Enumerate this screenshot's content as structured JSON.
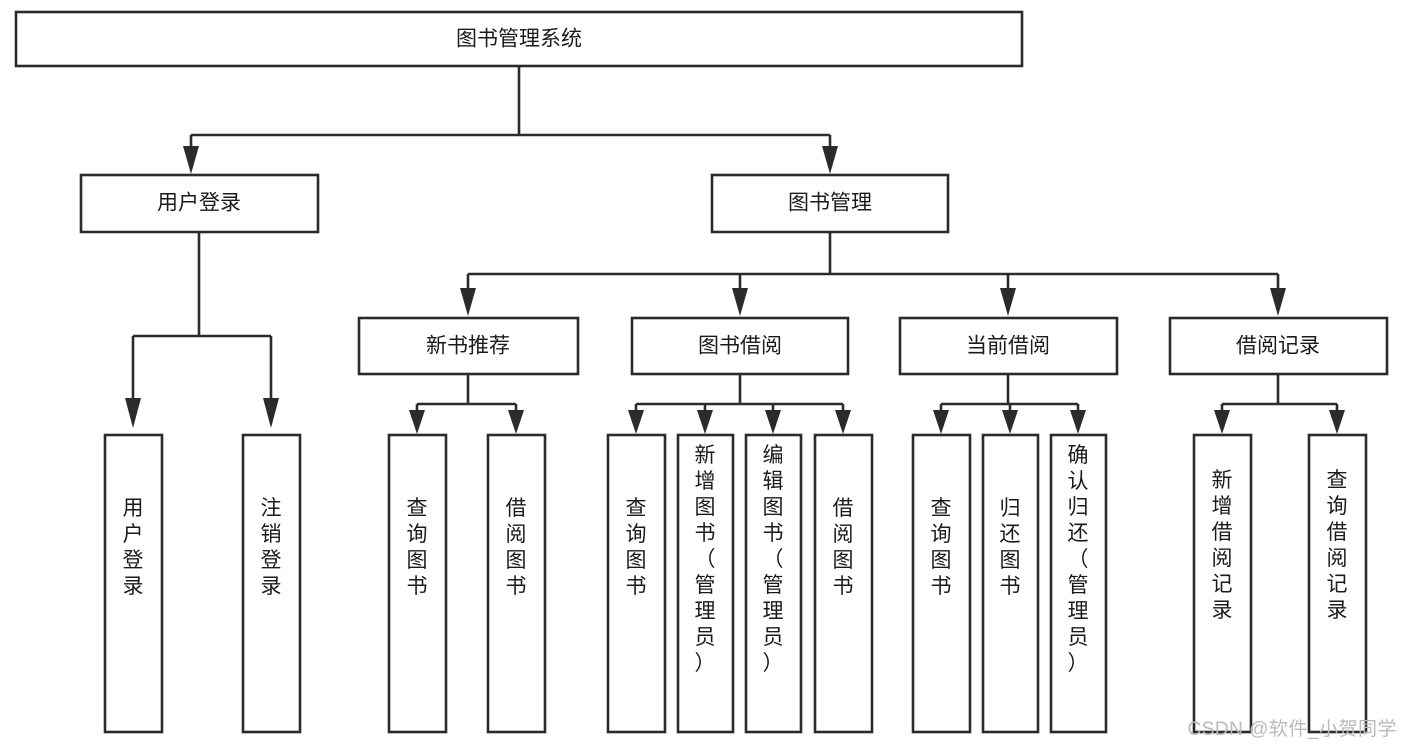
{
  "diagram": {
    "title": "图书管理系统",
    "type": "tree-hierarchy-flowchart",
    "background_color": "#ffffff",
    "line_color": "#2b2b2b",
    "text_color": "#1b1b1b",
    "root": {
      "id": "root",
      "label": "图书管理系统",
      "orientation": "horizontal"
    },
    "level2": [
      {
        "id": "user-login",
        "label": "用户登录",
        "orientation": "horizontal"
      },
      {
        "id": "book-management",
        "label": "图书管理",
        "orientation": "horizontal"
      }
    ],
    "level3": [
      {
        "id": "new-book-recommend",
        "label": "新书推荐",
        "orientation": "horizontal"
      },
      {
        "id": "book-borrow",
        "label": "图书借阅",
        "orientation": "horizontal"
      },
      {
        "id": "current-borrow",
        "label": "当前借阅",
        "orientation": "horizontal"
      },
      {
        "id": "borrow-record",
        "label": "借阅记录",
        "orientation": "horizontal"
      }
    ],
    "leaves": [
      {
        "id": "leaf-user-login",
        "label": "用户登录",
        "parent": "user-login",
        "orientation": "vertical"
      },
      {
        "id": "leaf-logout",
        "label": "注销登录",
        "parent": "user-login",
        "orientation": "vertical"
      },
      {
        "id": "leaf-query-book-1",
        "label": "查询图书",
        "parent": "new-book-recommend",
        "orientation": "vertical"
      },
      {
        "id": "leaf-borrow-book-1",
        "label": "借阅图书",
        "parent": "new-book-recommend",
        "orientation": "vertical"
      },
      {
        "id": "leaf-query-book-2",
        "label": "查询图书",
        "parent": "book-borrow",
        "orientation": "vertical"
      },
      {
        "id": "leaf-add-book",
        "label": "新增图书（管理员）",
        "parent": "book-borrow",
        "orientation": "vertical"
      },
      {
        "id": "leaf-edit-book",
        "label": "编辑图书（管理员）",
        "parent": "book-borrow",
        "orientation": "vertical"
      },
      {
        "id": "leaf-borrow-book-2",
        "label": "借阅图书",
        "parent": "book-borrow",
        "orientation": "vertical"
      },
      {
        "id": "leaf-query-book-3",
        "label": "查询图书",
        "parent": "current-borrow",
        "orientation": "vertical"
      },
      {
        "id": "leaf-return-book",
        "label": "归还图书",
        "parent": "current-borrow",
        "orientation": "vertical"
      },
      {
        "id": "leaf-confirm-return",
        "label": "确认归还（管理员）",
        "parent": "current-borrow",
        "orientation": "vertical"
      },
      {
        "id": "leaf-add-record",
        "label": "新增借阅记录",
        "parent": "borrow-record",
        "orientation": "vertical"
      },
      {
        "id": "leaf-query-record",
        "label": "查询借阅记录",
        "parent": "borrow-record",
        "orientation": "vertical"
      }
    ]
  },
  "watermark": {
    "text": "CSDN @软件_小贺同学"
  }
}
